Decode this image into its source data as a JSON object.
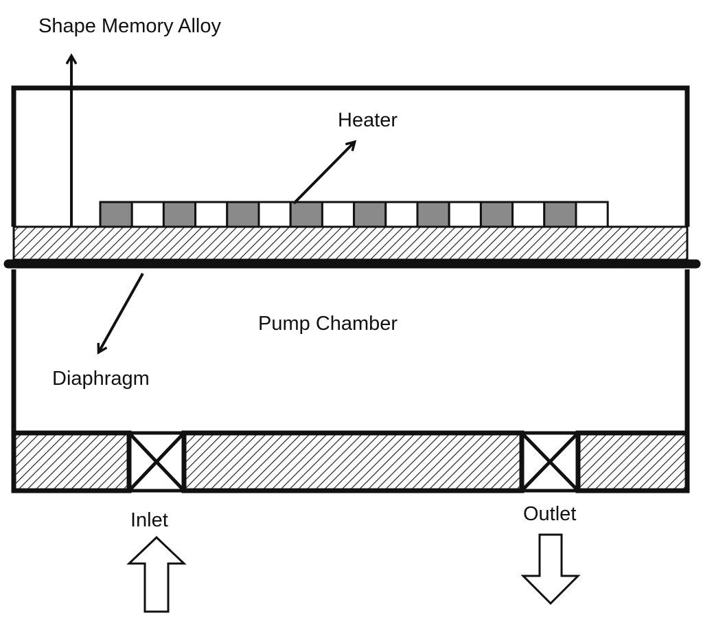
{
  "labels": {
    "shape_memory_alloy": "Shape Memory Alloy",
    "heater": "Heater",
    "pump_chamber": "Pump Chamber",
    "diaphragm": "Diaphragm",
    "inlet": "Inlet",
    "outlet": "Outlet"
  },
  "colors": {
    "line": "#111111",
    "heater_dark": "#8a8a8a",
    "heater_light": "#ffffff",
    "hatch": "#222222",
    "background": "#ffffff"
  }
}
